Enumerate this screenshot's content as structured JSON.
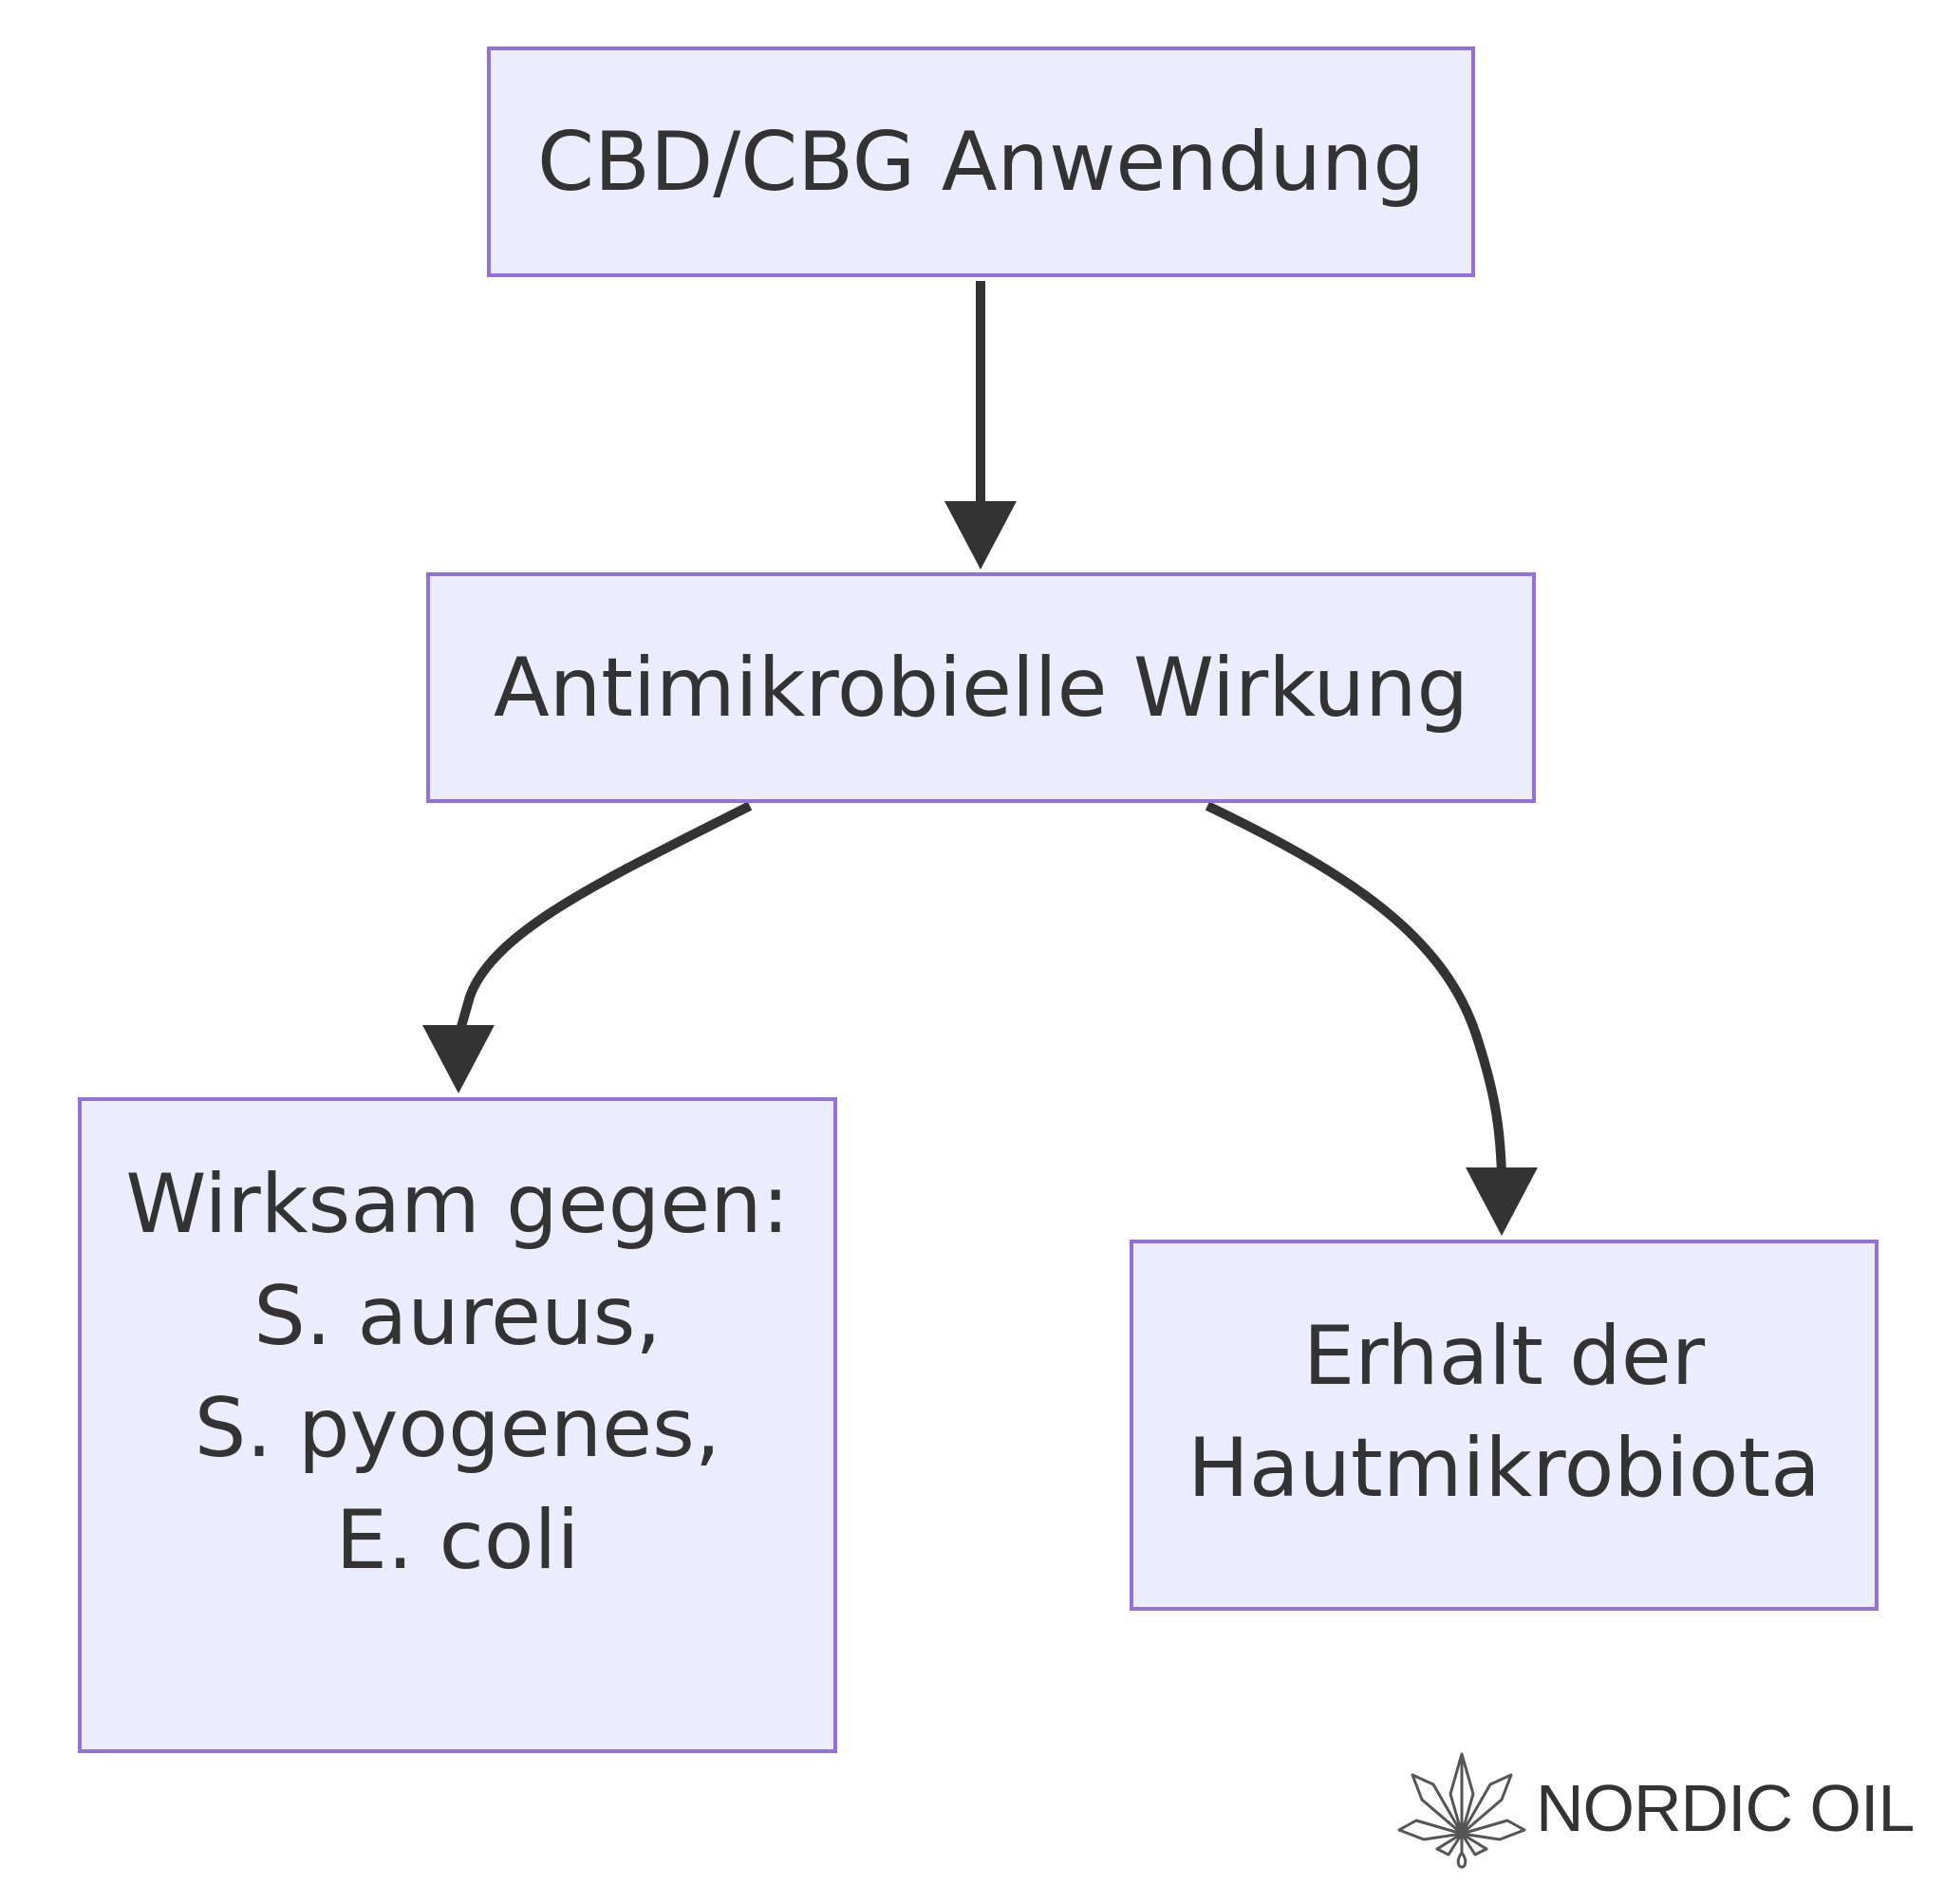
{
  "nodes": {
    "cbd": {
      "lines": [
        "CBD/CBG Anwendung"
      ]
    },
    "anti": {
      "lines": [
        "Antimikrobielle Wirkung"
      ]
    },
    "wirksam": {
      "lines": [
        "Wirksam gegen:",
        "S. aureus,",
        "S. pyogenes,",
        "E. coli"
      ]
    },
    "erhalt": {
      "lines": [
        "Erhalt der",
        "Hautmikrobiota"
      ]
    }
  },
  "edges": [
    {
      "from": "cbd",
      "to": "anti"
    },
    {
      "from": "anti",
      "to": "wirksam"
    },
    {
      "from": "anti",
      "to": "erhalt"
    }
  ],
  "logo": {
    "text": "NORDIC OIL",
    "icon": "cannabis-leaf-icon"
  },
  "colors": {
    "node_fill": "#ececff",
    "node_border": "#9370db",
    "text": "#333333",
    "edge": "#333333"
  }
}
